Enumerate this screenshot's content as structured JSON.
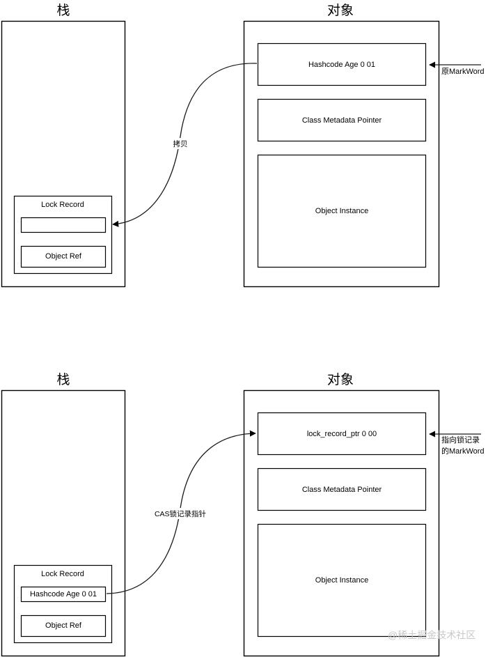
{
  "diagram": {
    "type": "jvm-lightweight-lock-diagram",
    "watermark": "@稀土掘金技术社区",
    "panels": [
      {
        "id": "before-cas",
        "stack": {
          "title": "栈",
          "lock_record": {
            "title": "Lock Record",
            "displaced_mark_word": "",
            "object_ref": "Object Ref"
          }
        },
        "object": {
          "title": "对象",
          "mark_word": "Hashcode Age 0 01",
          "class_metadata_pointer": "Class Metadata Pointer",
          "object_instance": "Object Instance",
          "mark_word_annotation": [
            "原MarkWord"
          ]
        },
        "edge_label": "拷贝"
      },
      {
        "id": "after-cas",
        "stack": {
          "title": "栈",
          "lock_record": {
            "title": "Lock Record",
            "displaced_mark_word": "Hashcode Age 0 01",
            "object_ref": "Object Ref"
          }
        },
        "object": {
          "title": "对象",
          "mark_word": "lock_record_ptr  0 00",
          "class_metadata_pointer": "Class Metadata Pointer",
          "object_instance": "Object Instance",
          "mark_word_annotation": [
            "指向锁记录",
            "的MarkWord"
          ]
        },
        "edge_label": "CAS锁记录指针"
      }
    ],
    "colors": {
      "stroke": "#000000",
      "edge": "#1a1a1a",
      "background": "#ffffff",
      "watermark": "#c9c9c9"
    }
  }
}
